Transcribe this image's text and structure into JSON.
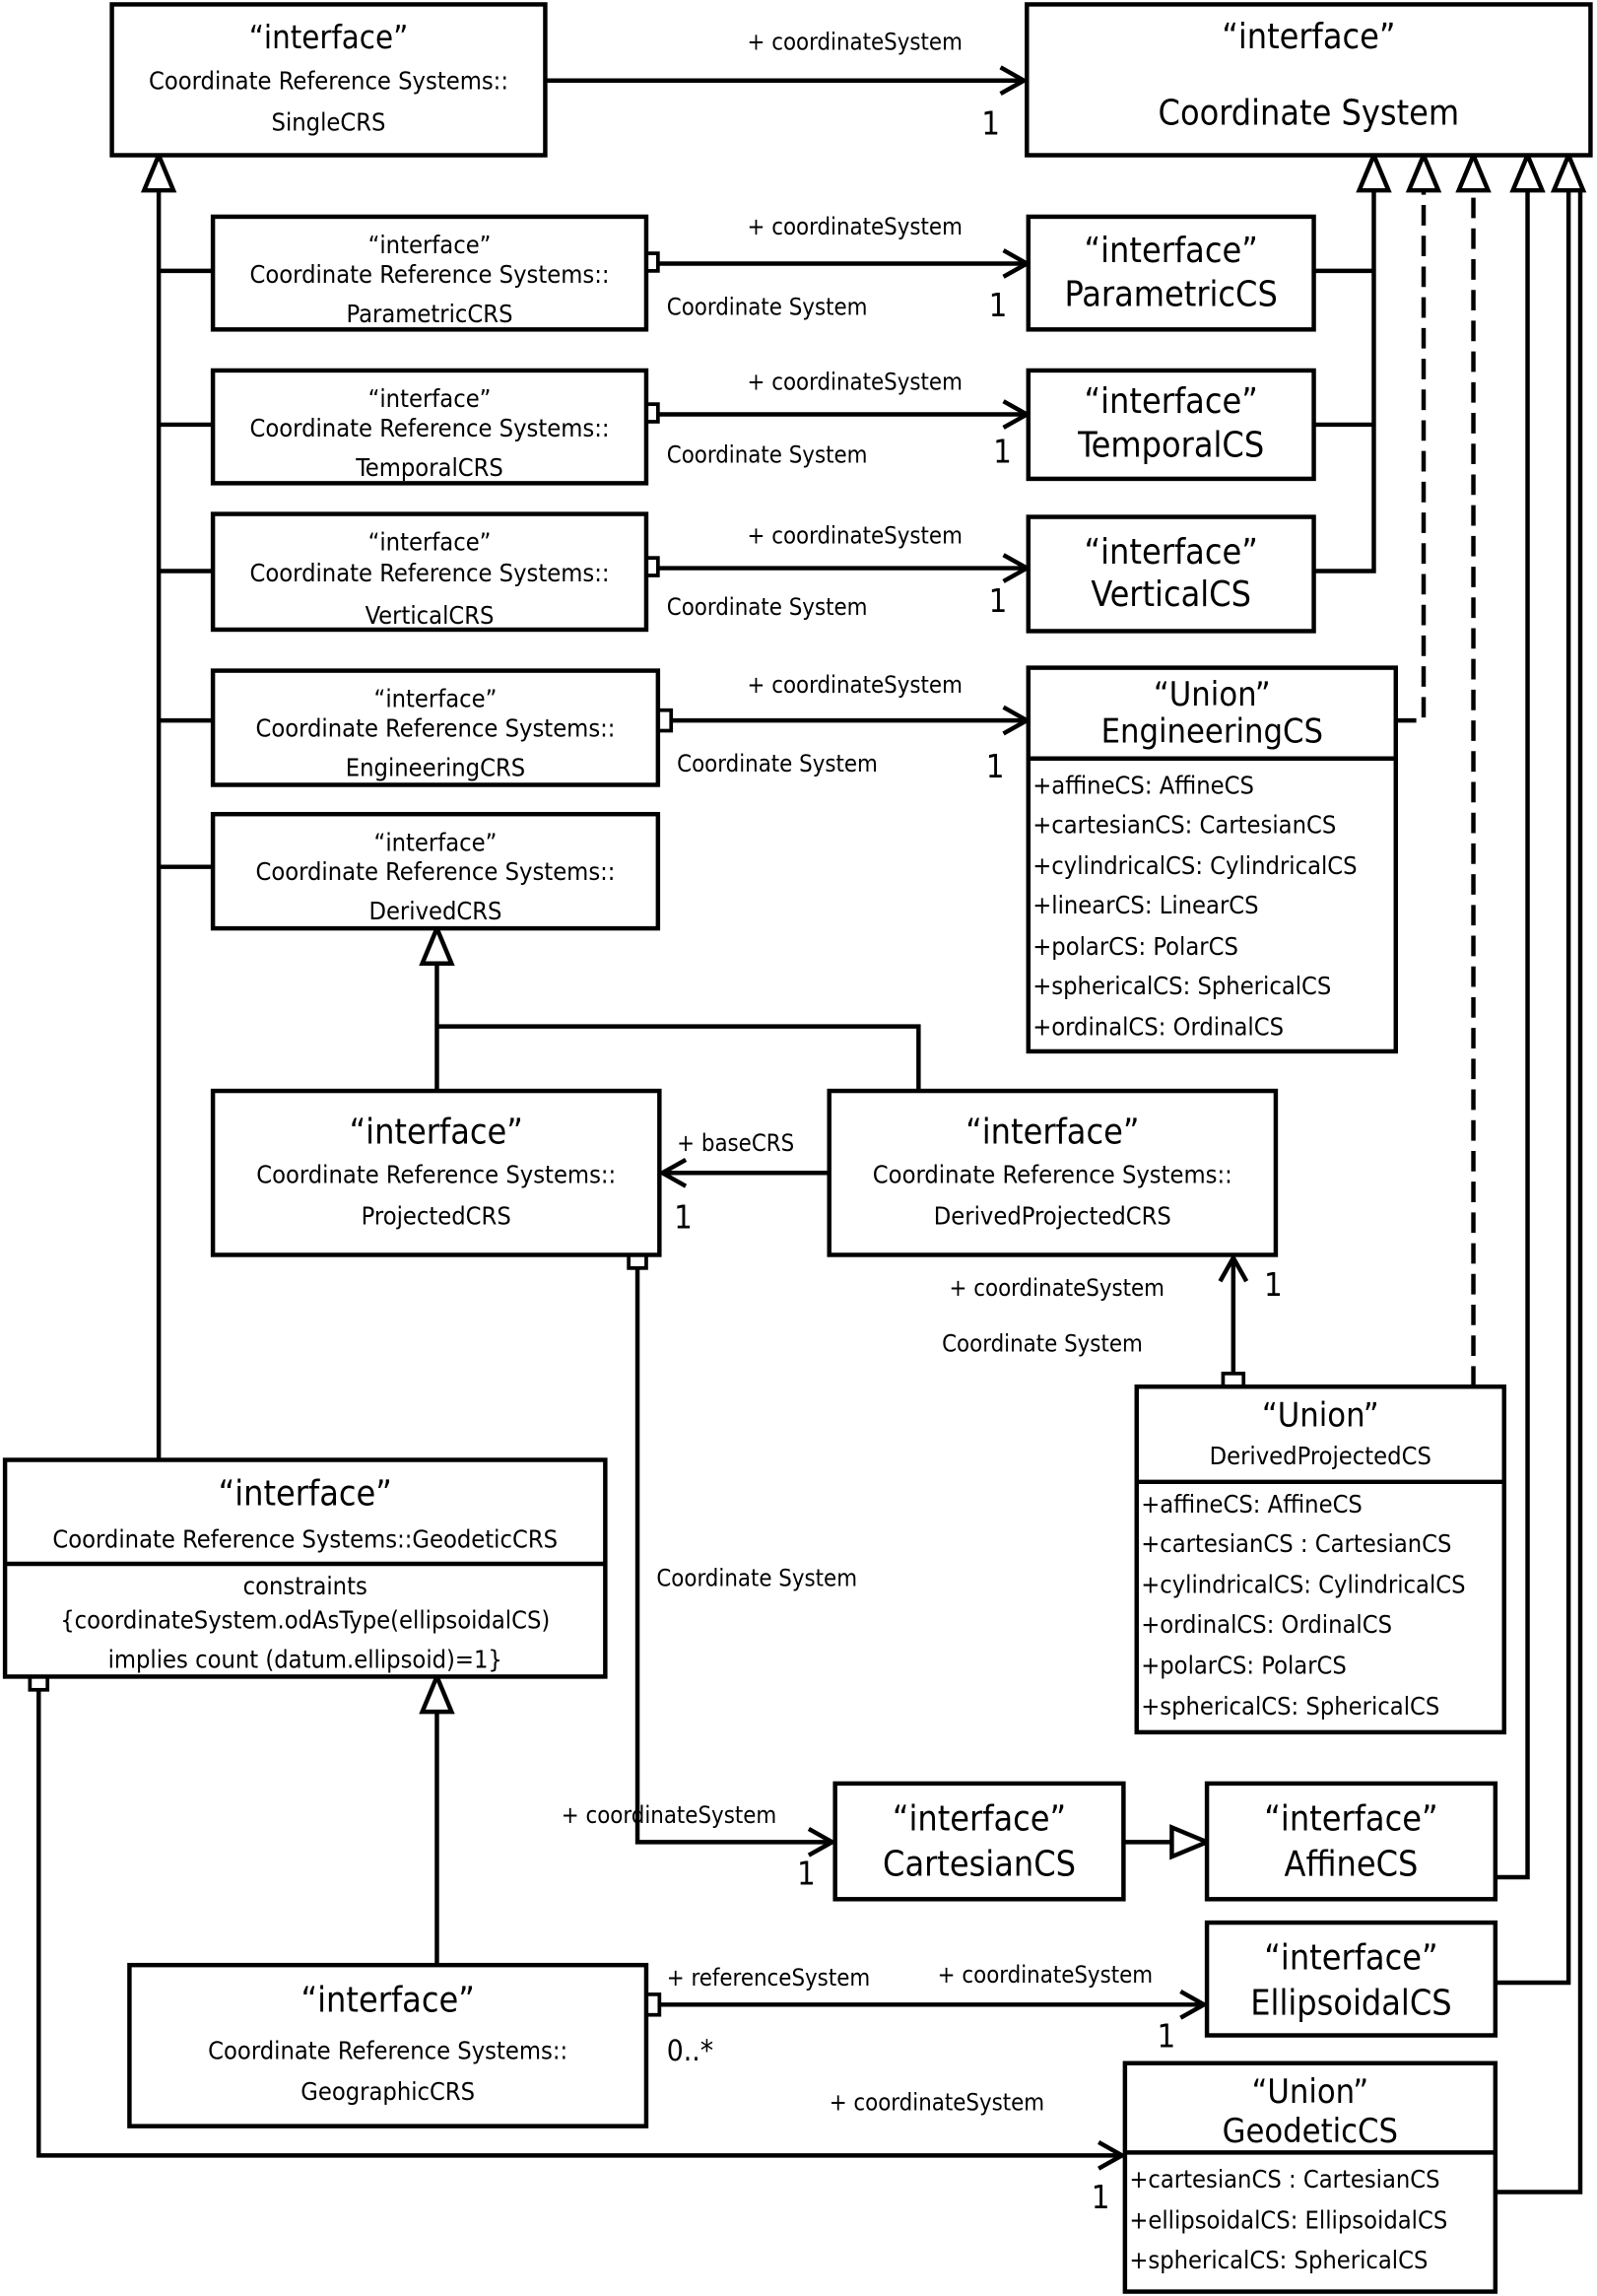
{
  "classes": {
    "single_crs": {
      "lines": [
        "“interface”",
        "Coordinate Reference Systems::",
        "SingleCRS"
      ]
    },
    "coordinate_system": {
      "lines": [
        "“interface”",
        "Coordinate System"
      ]
    },
    "parametric_crs": {
      "lines": [
        "“interface”",
        "Coordinate Reference Systems::",
        "ParametricCRS"
      ]
    },
    "parametric_cs": {
      "lines": [
        "“interface”",
        "ParametricCS"
      ]
    },
    "temporal_crs": {
      "lines": [
        "“interface”",
        "Coordinate Reference Systems::",
        "TemporalCRS"
      ]
    },
    "temporal_cs": {
      "lines": [
        "“interface”",
        "TemporalCS"
      ]
    },
    "vertical_crs": {
      "lines": [
        "“interface”",
        "Coordinate Reference Systems::",
        "VerticalCRS"
      ]
    },
    "vertical_cs": {
      "lines": [
        "“interface”",
        "VerticalCS"
      ]
    },
    "engineering_crs": {
      "lines": [
        "“interface”",
        "Coordinate Reference Systems::",
        "EngineeringCRS"
      ]
    },
    "engineering_cs": {
      "lines": [
        "“Union”",
        "EngineeringCS"
      ],
      "attributes": [
        "+affineCS: AffineCS",
        "+cartesianCS: CartesianCS",
        "+cylindricalCS: CylindricalCS",
        "+linearCS: LinearCS",
        "+polarCS: PolarCS",
        "+sphericalCS: SphericalCS",
        "+ordinalCS: OrdinalCS"
      ]
    },
    "derived_crs": {
      "lines": [
        "“interface”",
        "Coordinate Reference Systems::",
        "DerivedCRS"
      ]
    },
    "projected_crs": {
      "lines": [
        "“interface”",
        "Coordinate Reference Systems::",
        "ProjectedCRS"
      ]
    },
    "derived_projected_crs": {
      "lines": [
        "“interface”",
        "Coordinate Reference Systems::",
        "DerivedProjectedCRS"
      ]
    },
    "derived_projected_cs": {
      "lines": [
        "“Union”",
        "DerivedProjectedCS"
      ],
      "attributes": [
        "+affineCS: AffineCS",
        "+cartesianCS : CartesianCS",
        "+cylindricalCS: CylindricalCS",
        "+ordinalCS: OrdinalCS",
        "+polarCS: PolarCS",
        "+sphericalCS: SphericalCS"
      ]
    },
    "geodetic_crs": {
      "lines": [
        "“interface”",
        "Coordinate Reference Systems::GeodeticCRS"
      ],
      "attributes": [
        "constraints",
        "{coordinateSystem.odAsType(ellipsoidalCS)",
        "implies count (datum.ellipsoid)=1}"
      ]
    },
    "cartesian_cs": {
      "lines": [
        "“interface”",
        "CartesianCS"
      ]
    },
    "affine_cs": {
      "lines": [
        "“interface”",
        "AffineCS"
      ]
    },
    "geographic_crs": {
      "lines": [
        "“interface”",
        "Coordinate Reference Systems::",
        "GeographicCRS"
      ]
    },
    "ellipsoidal_cs": {
      "lines": [
        "“interface”",
        "EllipsoidalCS"
      ]
    },
    "geodetic_cs": {
      "lines": [
        "“Union”",
        "GeodeticCS"
      ],
      "attributes": [
        "+cartesianCS : CartesianCS",
        "+ellipsoidalCS: EllipsoidalCS",
        "+sphericalCS: SphericalCS"
      ]
    }
  },
  "labels": {
    "single_role": "+ coordinateSystem",
    "single_mult": "1",
    "param_role": "+ coordinateSystem",
    "param_type": "Coordinate System",
    "param_mult": "1",
    "temp_role": "+ coordinateSystem",
    "temp_type": "Coordinate System",
    "temp_mult": "1",
    "vert_role": "+ coordinateSystem",
    "vert_type": "Coordinate System",
    "vert_mult": "1",
    "eng_role": "+ coordinateSystem",
    "eng_type": "Coordinate System",
    "eng_mult": "1",
    "base_role": "+ baseCRS",
    "base_mult": "1",
    "dp_role": "+ coordinateSystem",
    "dp_mult": "1",
    "dp_type": "Coordinate System",
    "proj_type": "Coordinate System",
    "proj_role": "+ coordinateSystem",
    "proj_mult": "1",
    "geog_ref_role": "+ referenceSystem",
    "geog_cs_role": "+ coordinateSystem",
    "geog_ref_mult": "0..*",
    "geog_cs_mult": "1",
    "geod_role": "+ coordinateSystem",
    "geod_mult": "1"
  }
}
